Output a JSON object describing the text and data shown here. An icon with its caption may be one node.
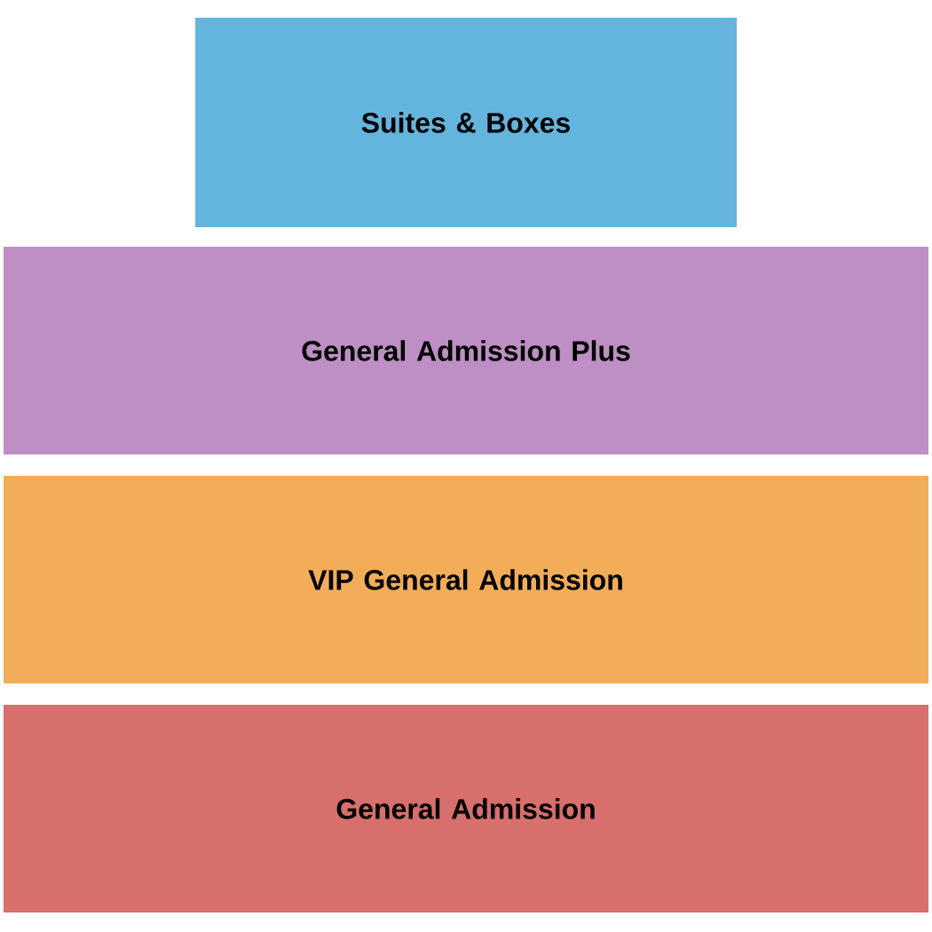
{
  "diagram": {
    "nodes": [
      {
        "text": [
          "Suites & Boxes"
        ]
      },
      {
        "text": [
          "General Admission Plus"
        ]
      },
      {
        "text": [
          "VIP General Admission"
        ]
      },
      {
        "text": [
          "General Admission"
        ]
      }
    ]
  }
}
